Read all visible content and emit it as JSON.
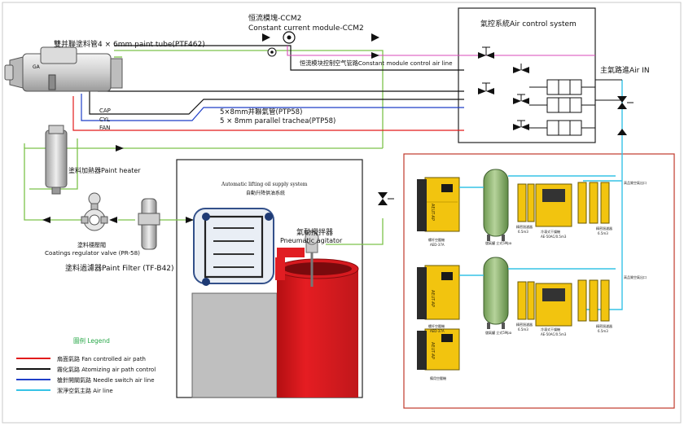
{
  "ccm": {
    "title_cn": "恒流模塊-CCM2",
    "title_en": "Constant current module-CCM2",
    "control_line": "恒流模块控制空气管路Constant module control air line"
  },
  "tube_label": "雙并聯塗料管4 × 6mm paint tube(PTF462)",
  "air_control": {
    "title": "氣控系統Air control system",
    "air_in": "主氣路進Air IN"
  },
  "lines": {
    "cap": "CAP",
    "cyl": "CYL",
    "fan": "FAN"
  },
  "trachea": {
    "cn": "5×8mm并聯氣管(PTP58)",
    "en": "5 × 8mm parallel trachea(PTP58)"
  },
  "paint_heater": "塗料加熱器Paint heater",
  "regulator": {
    "cn": "塗料穩壓閥",
    "en": "Coatings regulator valve (PR-58)"
  },
  "filter": "塗料過濾器Paint Filter (TF-B42)",
  "supply": {
    "title_en": "Automatic lifting oil supply system",
    "title_cn": "自動升降供油系統"
  },
  "agitator": {
    "cn": "氣動攪拌器",
    "en": "Pneumatic agitator"
  },
  "legend": {
    "title": "圖例 Legend",
    "items": [
      {
        "label": "扇面氣路 Fan controlled air path",
        "color": "#e21b1b"
      },
      {
        "label": "霧化氣路 Atomizing air path control",
        "color": "#111111"
      },
      {
        "label": "槍針開關氣路 Needle switch air line",
        "color": "#1f3fc8"
      },
      {
        "label": "潔淨空氣主路 Air line",
        "color": "#36c3e6"
      }
    ]
  },
  "compressor_room": {
    "outlet_label": "高品質空氣出口",
    "outlet_label2": "高品質空氣出口",
    "brand": "AEUT-AP",
    "compressor_name": "螺杆空壓機",
    "compressor_model": "AED-37A",
    "standby_name": "備用空壓機",
    "tank_label": "儲氣罐 立式5Mpa",
    "dryer_name": "冷凍式干燥機",
    "dryer_model": "AE-50AC/0.5m3",
    "prefilter": "精密過濾器",
    "filter_spec": "6.5m3"
  },
  "colors": {
    "fan": "#e21b1b",
    "atomizing": "#111111",
    "needle": "#1f3fc8",
    "air": "#36c3e6",
    "paint": "#7cc24a",
    "control": "#d84ab8",
    "room_border": "#c0392b"
  }
}
